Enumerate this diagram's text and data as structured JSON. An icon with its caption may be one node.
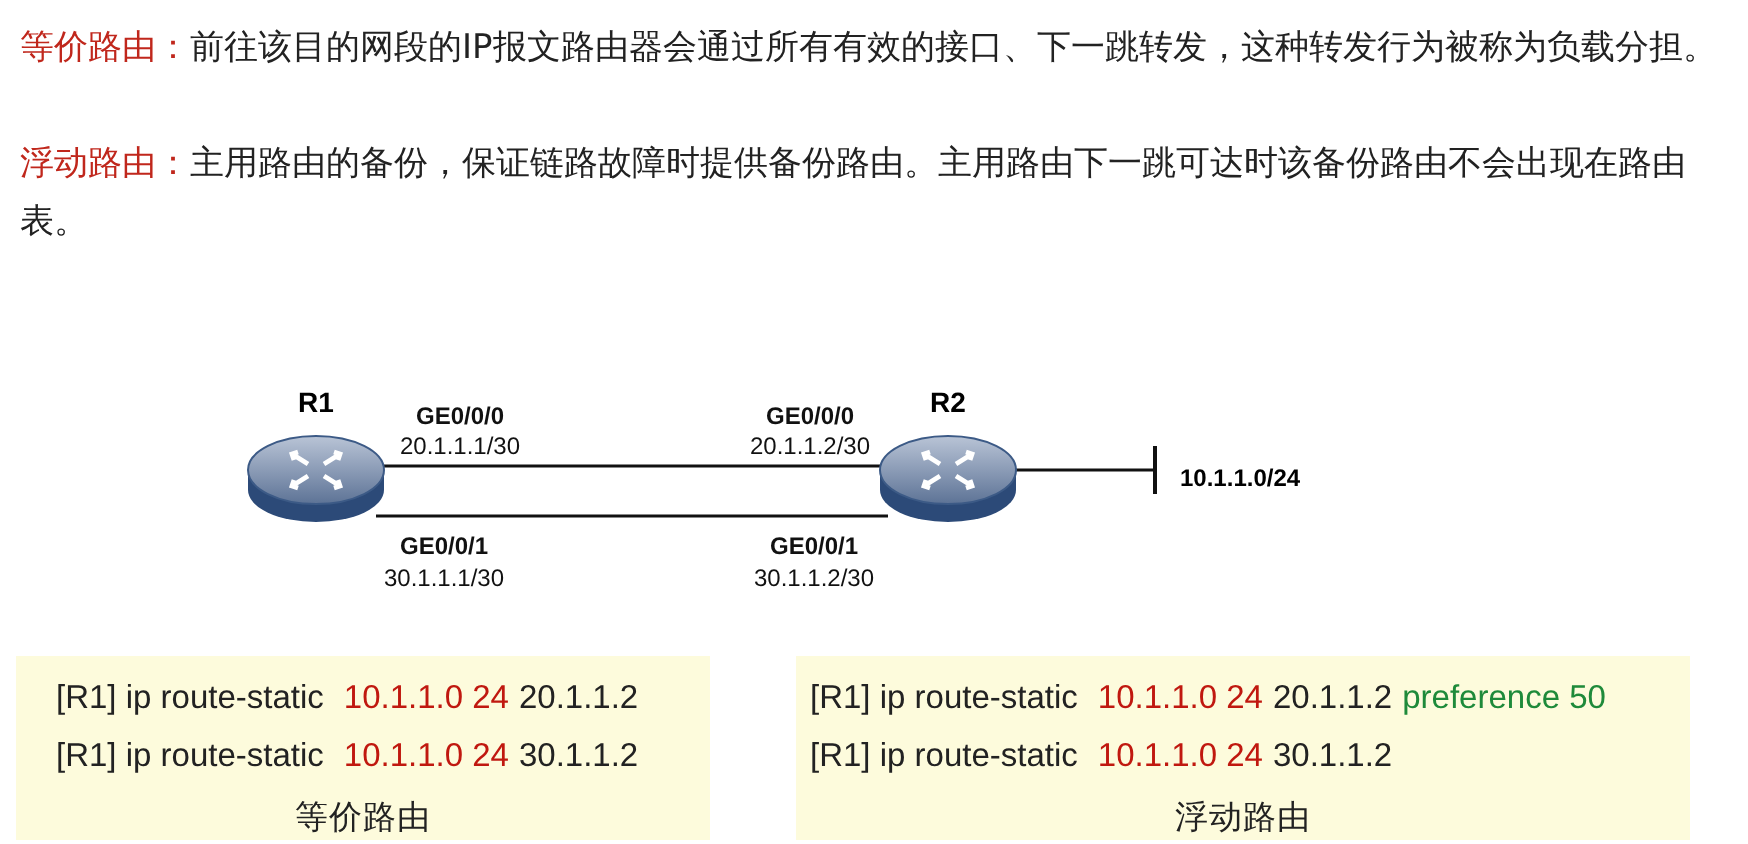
{
  "diagram": {
    "nodes": [
      {
        "text": [
          "R1"
        ]
      },
      {
        "text": [
          "R2"
        ]
      },
      {
        "text": [
          "10.1.1.0/24"
        ]
      },
      {
        "text": [
          "[R1] ip route-static",
          "10.1.1.0 24",
          "20.1.1.2",
          "[R1] ip route-static",
          "10.1.1.0 24",
          "30.1.1.2",
          "等价路由"
        ]
      },
      {
        "text": [
          "[R1] ip route-static",
          "10.1.1.0 24",
          "20.1.1.2",
          "preference 50",
          "[R1] ip route-static",
          "10.1.1.0 24",
          "30.1.1.2",
          "浮动路由"
        ]
      }
    ],
    "edges": [
      {
        "from": 0,
        "to": 1,
        "arrow": "none"
      },
      {
        "from": 0,
        "to": 1,
        "arrow": "none"
      },
      {
        "from": 1,
        "to": 2,
        "arrow": "other"
      }
    ],
    "labels": [
      "等价路由：",
      "前往该目的网段的IP报文路由器会通过所有有效的接口、下一跳转发，这种转发行为被称为负载分担。",
      "浮动路由：",
      "主用路由的备份，保证链路故障时提供备份路由。主用路由下一跳可达时该备份路由不会出现在路由表。",
      "GE0/0/0",
      "20.1.1.1/30",
      "GE0/0/0",
      "20.1.1.2/30",
      "GE0/0/1",
      "30.1.1.1/30",
      "GE0/0/1",
      "30.1.1.2/30"
    ]
  }
}
